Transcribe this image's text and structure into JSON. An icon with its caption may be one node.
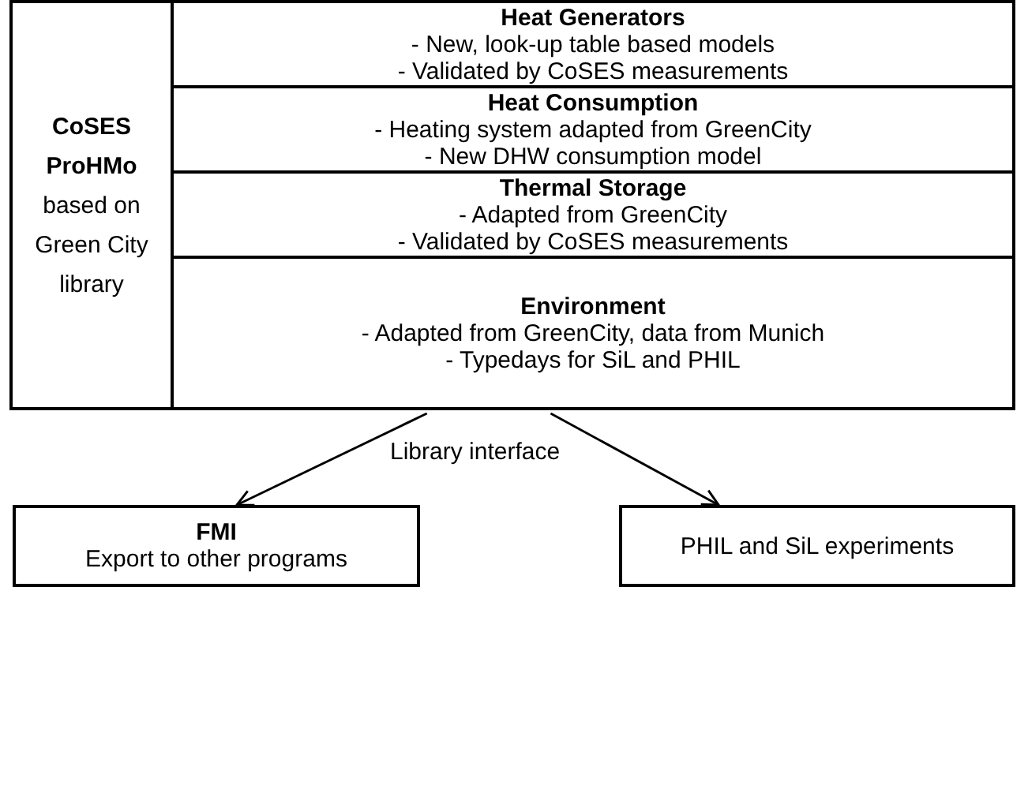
{
  "diagram": {
    "nodes": [
      {
        "text": [],
        "shape": "box"
      },
      {
        "text": [
          "CoSES ProHMo",
          "based on Green City library"
        ],
        "in": 0
      },
      {
        "text": [
          "Heat Generators",
          "- New, look-up table based models",
          "- Validated by CoSES measurements"
        ],
        "in": 0
      },
      {
        "text": [
          "Heat Consumption",
          "- Heating system adapted from GreenCity",
          "- New DHW consumption model"
        ],
        "in": 0
      },
      {
        "text": [
          "Thermal Storage",
          "- Adapted from GreenCity",
          "- Validated by CoSES measurements"
        ],
        "in": 0
      },
      {
        "text": [
          "Environment",
          "- Adapted from GreenCity, data from Munich",
          "- Typedays for SiL and PHIL"
        ],
        "in": 0
      },
      {
        "text": [
          "FMI",
          "Export to other programs"
        ]
      },
      {
        "text": [
          "PHIL and SiL experiments"
        ]
      }
    ],
    "edges": [
      {
        "from": 0,
        "to": 6,
        "arrow": "to"
      },
      {
        "from": 0,
        "to": 7,
        "arrow": "to"
      }
    ],
    "labels": [
      "Library interface"
    ]
  }
}
